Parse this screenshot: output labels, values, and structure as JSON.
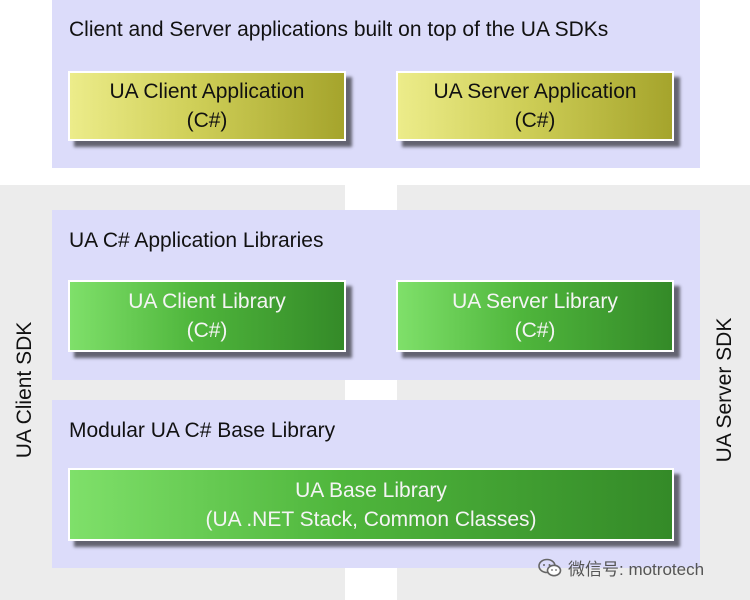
{
  "sdk": {
    "client_label": "UA Client SDK",
    "server_label": "UA Server SDK"
  },
  "top_panel": {
    "title": "Client and Server applications built on top of the UA SDKs",
    "client_app": {
      "line1": "UA Client Application",
      "line2": "(C#)"
    },
    "server_app": {
      "line1": "UA Server Application",
      "line2": "(C#)"
    }
  },
  "middle_panel": {
    "title": "UA C# Application Libraries",
    "client_lib": {
      "line1": "UA Client Library",
      "line2": "(C#)"
    },
    "server_lib": {
      "line1": "UA Server Library",
      "line2": "(C#)"
    }
  },
  "bottom_panel": {
    "title": "Modular UA C# Base Library",
    "base_lib": {
      "line1": "UA Base Library",
      "line2": "(UA .NET Stack, Common Classes)"
    }
  },
  "watermark": {
    "text": "微信号: motrotech"
  },
  "colors": {
    "panel": "#dcdcfa",
    "sdk_column": "#ececec",
    "app_box": "#cfcf58",
    "lib_box": "#4fb63c"
  }
}
